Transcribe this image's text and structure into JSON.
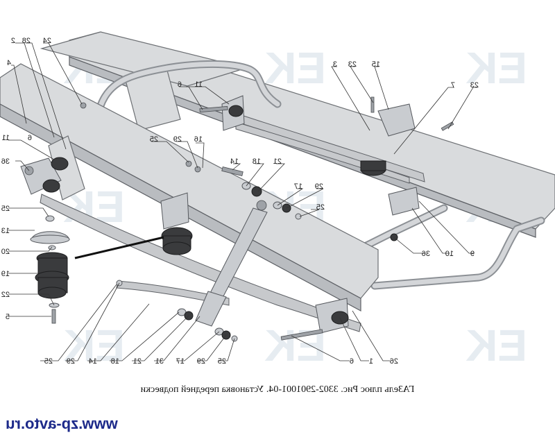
{
  "caption": "ГАЗель плюс Рис. 3302-2901001-04. Установка передней подвески",
  "website": "www.zp-avto.ru",
  "watermark": "EK",
  "colors": {
    "frame": "#d9dbdd",
    "outline": "#5d6065",
    "rubber": "#3a3b3d",
    "link": "#1d2a8a"
  },
  "callouts": [
    {
      "id": "c-2",
      "label": "2"
    },
    {
      "id": "c-28a",
      "label": "28"
    },
    {
      "id": "c-24",
      "label": "24"
    },
    {
      "id": "c-4",
      "label": "4"
    },
    {
      "id": "c-6a",
      "label": "6"
    },
    {
      "id": "c-11a",
      "label": "11"
    },
    {
      "id": "c-11b",
      "label": "11"
    },
    {
      "id": "c-6b",
      "label": "6"
    },
    {
      "id": "c-36a",
      "label": "36"
    },
    {
      "id": "c-25a",
      "label": "25"
    },
    {
      "id": "c-29a",
      "label": "29"
    },
    {
      "id": "c-16",
      "label": "16"
    },
    {
      "id": "c-14a",
      "label": "14"
    },
    {
      "id": "c-18a",
      "label": "18"
    },
    {
      "id": "c-21a",
      "label": "21"
    },
    {
      "id": "c-17a",
      "label": "17"
    },
    {
      "id": "c-29b",
      "label": "29"
    },
    {
      "id": "c-25b",
      "label": "25"
    },
    {
      "id": "c-3",
      "label": "3"
    },
    {
      "id": "c-23a",
      "label": "23"
    },
    {
      "id": "c-15",
      "label": "15"
    },
    {
      "id": "c-7",
      "label": "7"
    },
    {
      "id": "c-23b",
      "label": "23"
    },
    {
      "id": "c-25c",
      "label": "25"
    },
    {
      "id": "c-13",
      "label": "13"
    },
    {
      "id": "c-20",
      "label": "20"
    },
    {
      "id": "c-19",
      "label": "19"
    },
    {
      "id": "c-22",
      "label": "22"
    },
    {
      "id": "c-5",
      "label": "5"
    },
    {
      "id": "c-36b",
      "label": "36"
    },
    {
      "id": "c-10",
      "label": "10"
    },
    {
      "id": "c-9",
      "label": "9"
    },
    {
      "id": "c-25d",
      "label": "25"
    },
    {
      "id": "c-29c",
      "label": "29"
    },
    {
      "id": "c-14b",
      "label": "14"
    },
    {
      "id": "c-18b",
      "label": "18"
    },
    {
      "id": "c-21b",
      "label": "21"
    },
    {
      "id": "c-31",
      "label": "31"
    },
    {
      "id": "c-17b",
      "label": "17"
    },
    {
      "id": "c-29d",
      "label": "29"
    },
    {
      "id": "c-25e",
      "label": "25"
    },
    {
      "id": "c-6c",
      "label": "6"
    },
    {
      "id": "c-1",
      "label": "1"
    },
    {
      "id": "c-26",
      "label": "26"
    }
  ]
}
